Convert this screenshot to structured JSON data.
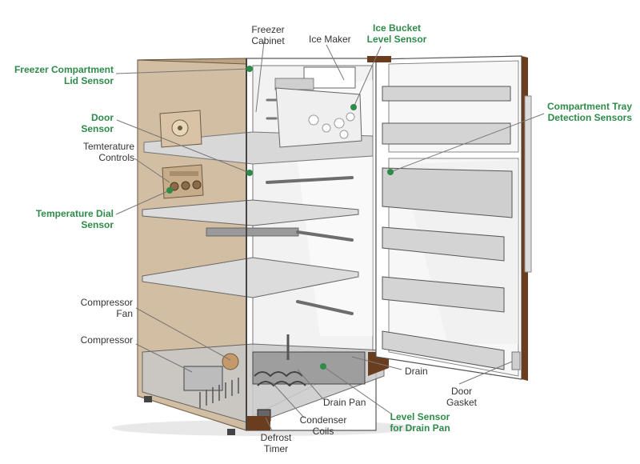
{
  "labels": {
    "freezer_cabinet": "Freezer\nCabinet",
    "ice_maker": "Ice Maker",
    "ice_bucket_level_sensor": "Ice Bucket\nLevel Sensor",
    "freezer_compartment_lid_sensor": "Freezer Compartment\nLid Sensor",
    "compartment_tray_detection_sensors": "Compartment Tray\nDetection Sensors",
    "door_sensor": "Door\nSensor",
    "temperature_controls": "Temterature\nControls",
    "temperature_dial_sensor": "Temperature Dial\nSensor",
    "compressor_fan": "Compressor\nFan",
    "compressor": "Compressor",
    "drain": "Drain",
    "drain_pan": "Drain Pan",
    "door_gasket": "Door\nGasket",
    "level_sensor_for_drain_pan": "Level Sensor\nfor Drain Pan",
    "condenser_coils": "Condenser\nCoils",
    "defrost_timer": "Defrost\nTimer"
  },
  "colors": {
    "sensor_label": "#2e8b4a",
    "component_label": "#333333",
    "sensor_dot": "#2e8b4a",
    "cabinet_side": "#cdb79a",
    "door_trim": "#6b3d1f",
    "interior": "#f2f2f2",
    "shelf": "#dcdcdc"
  }
}
